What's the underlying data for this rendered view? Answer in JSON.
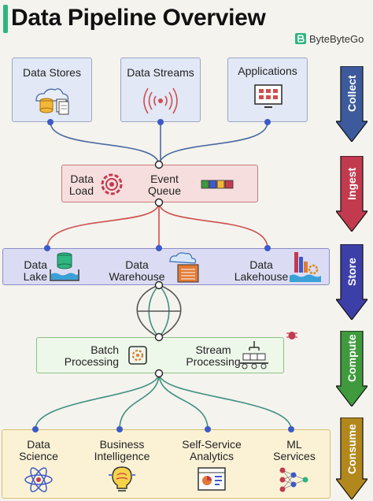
{
  "title": "Data Pipeline Overview",
  "brand": "ByteByteGo",
  "sources": [
    "Data Stores",
    "Data Streams",
    "Applications"
  ],
  "ingest": {
    "data_load": [
      "Data",
      "Load"
    ],
    "event_queue": [
      "Event",
      "Queue"
    ]
  },
  "store": {
    "lake": [
      "Data",
      "Lake"
    ],
    "warehouse": [
      "Data",
      "Warehouse"
    ],
    "lakehouse": [
      "Data",
      "Lakehouse"
    ]
  },
  "compute": {
    "batch": [
      "Batch",
      "Processing"
    ],
    "stream": [
      "Stream",
      "Processing"
    ]
  },
  "consume": {
    "science": [
      "Data",
      "Science"
    ],
    "bi": [
      "Business",
      "Intelligence"
    ],
    "analytics": [
      "Self-Service",
      "Analytics"
    ],
    "ml": [
      "ML",
      "Services"
    ]
  },
  "stages": [
    "Collect",
    "Ingest",
    "Store",
    "Compute",
    "Consume"
  ],
  "colors": {
    "collect": "#3c5a9c",
    "ingest": "#c23a4e",
    "store": "#3d3fa8",
    "compute": "#3f9a3d",
    "consume": "#b2871c",
    "line_blue": "#4a6aa0",
    "line_red": "#d04e4e",
    "line_teal": "#3f8f7f"
  }
}
